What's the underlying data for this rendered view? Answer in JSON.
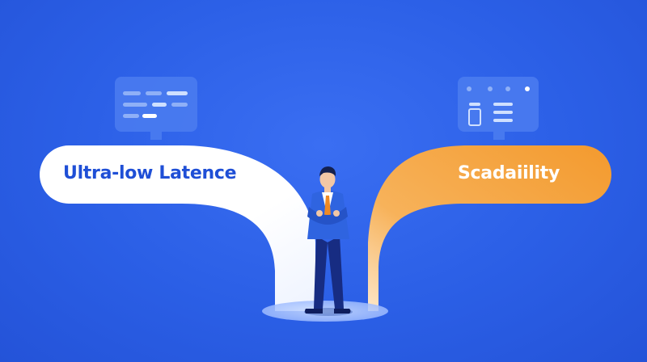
{
  "left_path": {
    "label": "Ultra-low Latence",
    "color": "#ffffff",
    "text_color": "#1f4fd6"
  },
  "right_path": {
    "label": "Scadaiility",
    "color": "#f39a2e",
    "text_color": "#ffffff"
  },
  "left_card": {
    "icon": "code-lines-icon"
  },
  "right_card": {
    "icon": "dashboard-icon"
  },
  "figure": {
    "icon": "businessman-figure"
  }
}
